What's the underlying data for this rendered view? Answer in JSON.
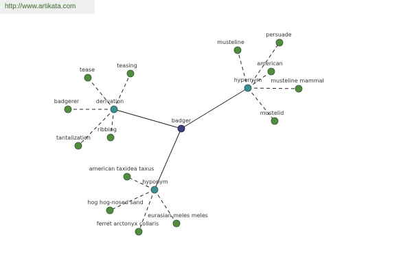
{
  "banner": {
    "url": "http://www.artikata.com"
  },
  "colors": {
    "center": "#3b3f7a",
    "relation": "#3c8f8f",
    "leaf": "#4f8f3c"
  },
  "graph": {
    "center": {
      "id": "badger",
      "label": "badger"
    },
    "relations": [
      {
        "id": "derivation",
        "label": "derivation",
        "children": [
          {
            "id": "tease",
            "label": "tease"
          },
          {
            "id": "teasing",
            "label": "teasing"
          },
          {
            "id": "badgerer",
            "label": "badgerer"
          },
          {
            "id": "ribbing",
            "label": "ribbing"
          },
          {
            "id": "tantalization",
            "label": "tantalization"
          }
        ]
      },
      {
        "id": "hypernym",
        "label": "hypernym",
        "children": [
          {
            "id": "musteline",
            "label": "musteline"
          },
          {
            "id": "persuade",
            "label": "persuade"
          },
          {
            "id": "american",
            "label": "american"
          },
          {
            "id": "musteline-mammal",
            "label": "musteline mammal"
          },
          {
            "id": "mustelid",
            "label": "mustelid"
          }
        ]
      },
      {
        "id": "hyponym",
        "label": "hyponym",
        "children": [
          {
            "id": "american-taxidea-taxus",
            "label": "american taxidea taxus"
          },
          {
            "id": "hog-hog-nosed-sand",
            "label": "hog hog-nosed sand"
          },
          {
            "id": "eurasian-meles-meles",
            "label": "eurasian meles meles"
          },
          {
            "id": "ferret-arctonyx-collaris",
            "label": "ferret arctonyx collaris"
          }
        ]
      }
    ]
  }
}
